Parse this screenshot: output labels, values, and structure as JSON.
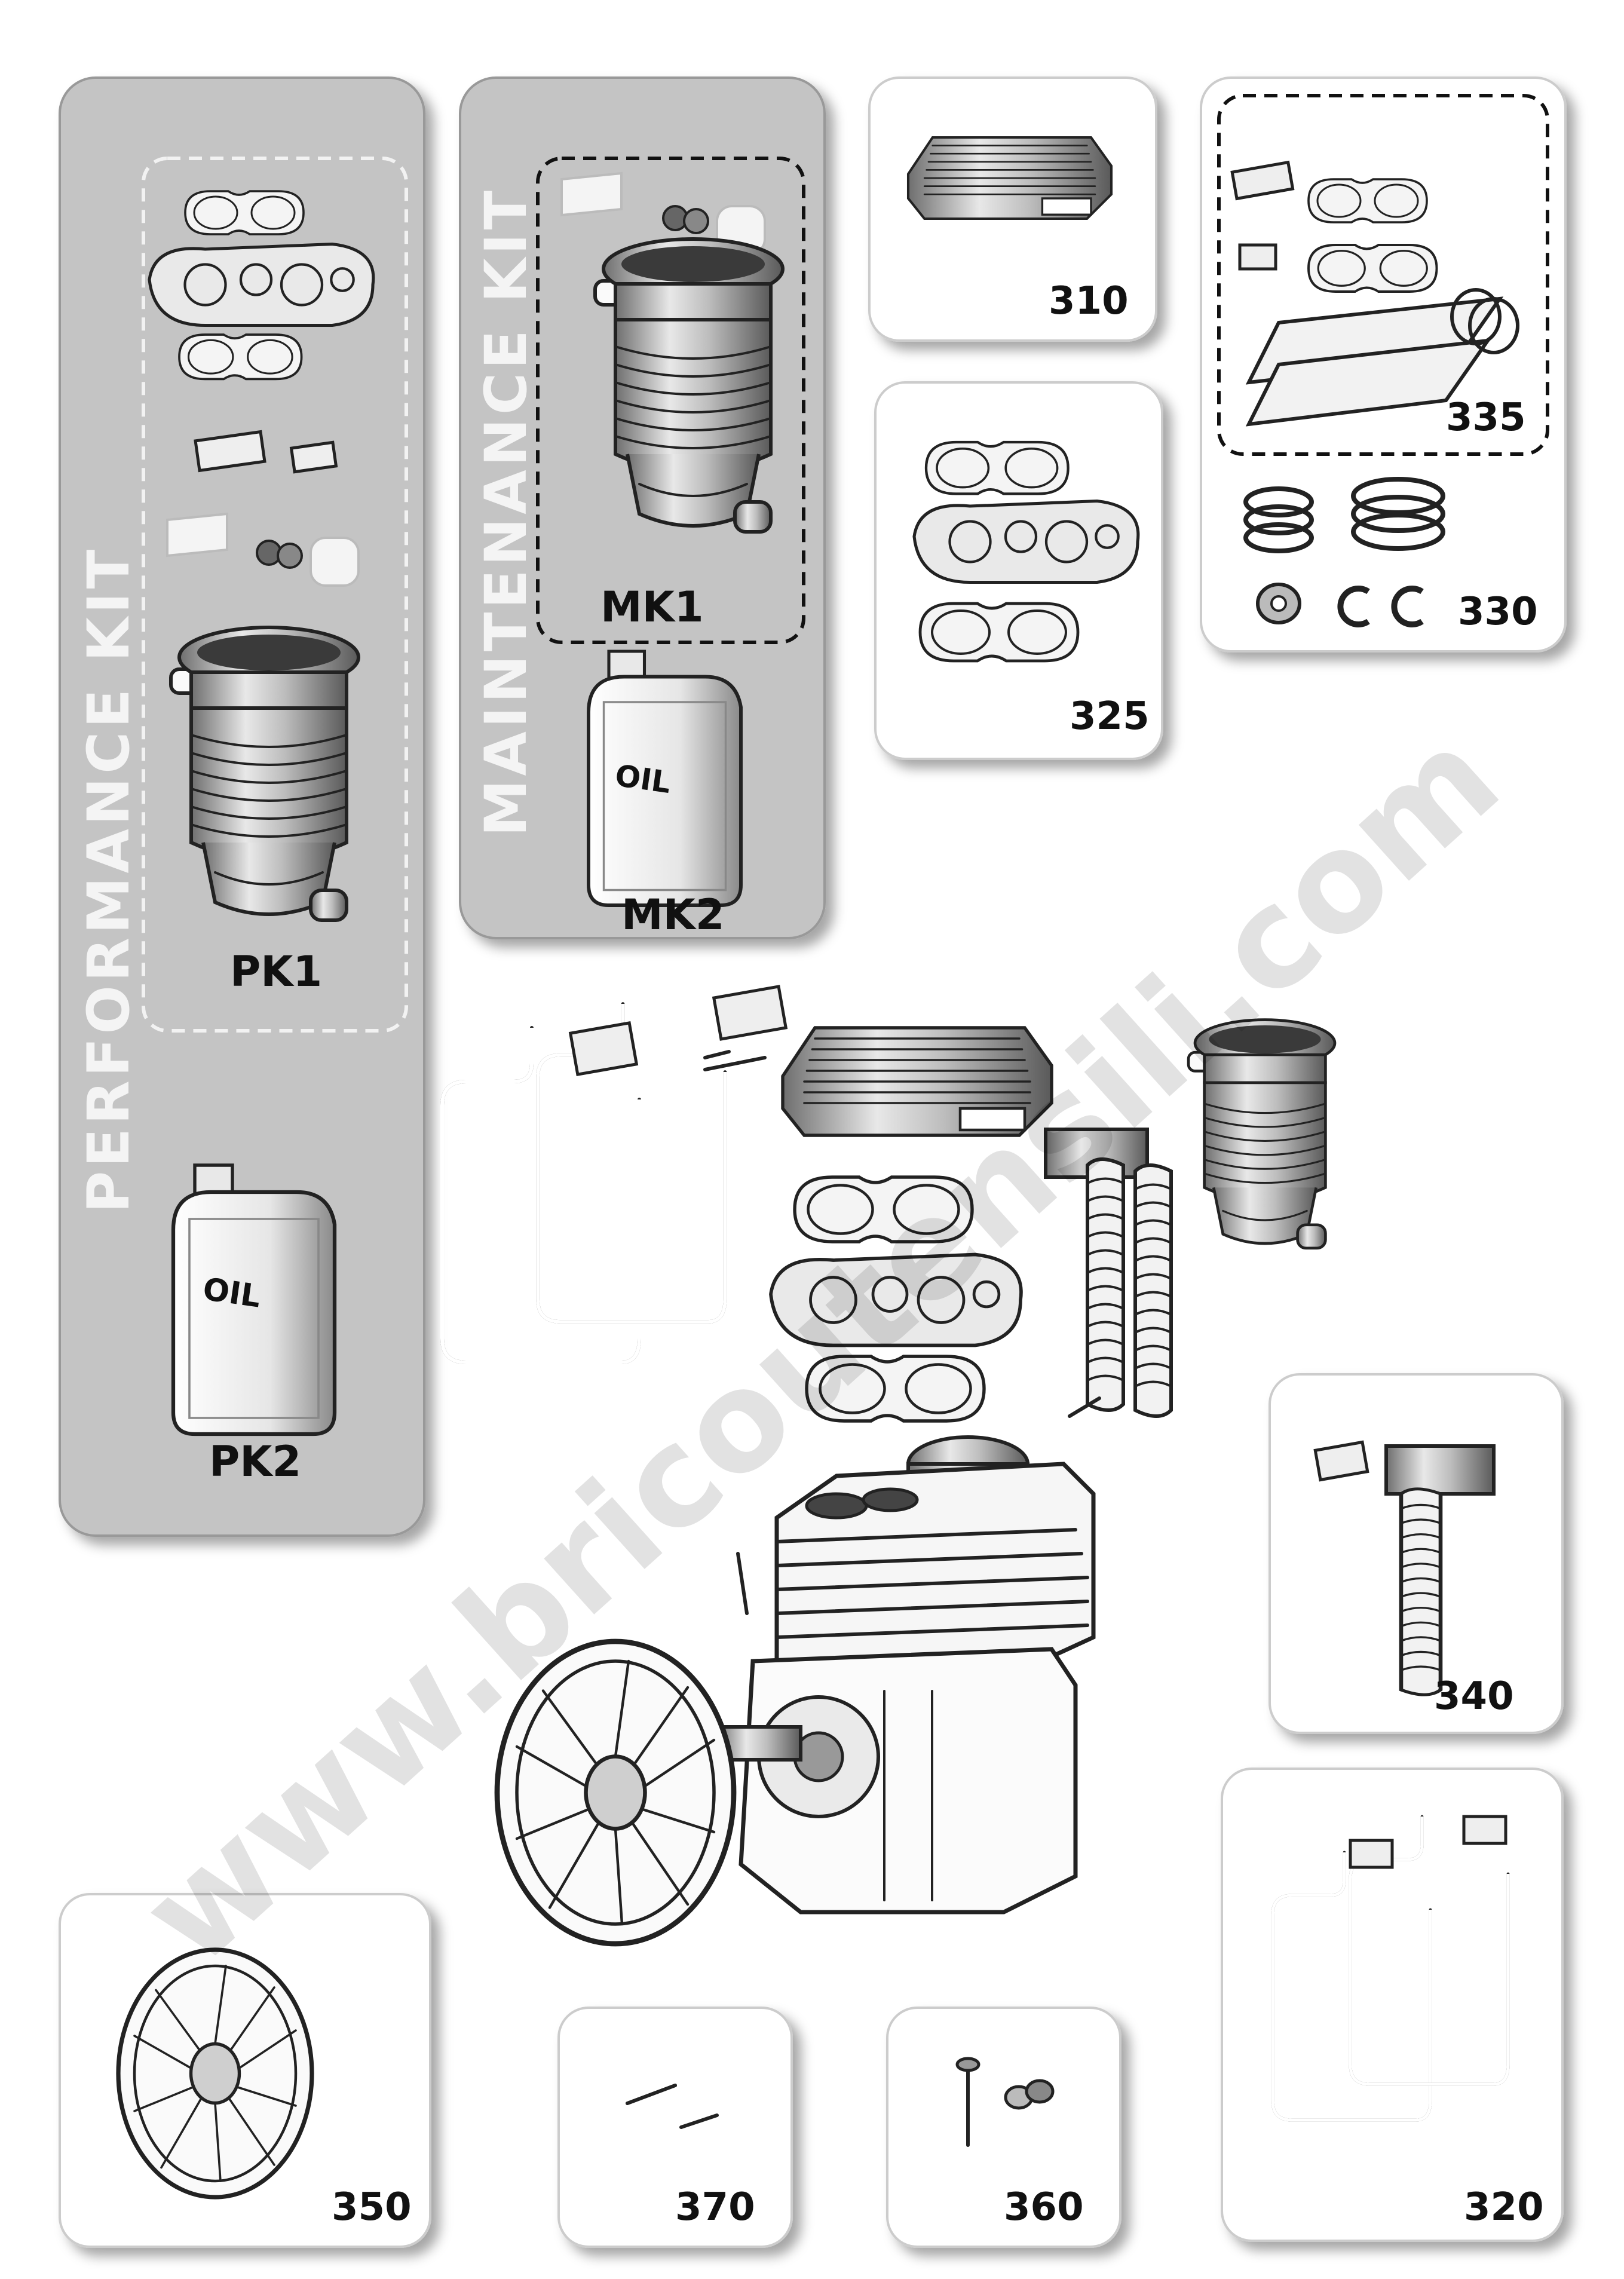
{
  "kits": {
    "performance": "PERFORMANCE  KIT",
    "maintenance": "MAINTENANCE  KIT"
  },
  "labels": {
    "pk1": "PK1",
    "pk2": "PK2",
    "mk1": "MK1",
    "mk2": "MK2",
    "p310": "310",
    "p325": "325",
    "p335": "335",
    "p330": "330",
    "p340": "340",
    "p320": "320",
    "p350": "350",
    "p370": "370",
    "p360": "360"
  },
  "oil_text": "OIL",
  "watermark": "www.bricoutensili.com",
  "colors": {
    "kit_panel": "#c4c4c4",
    "card": "#ffffff",
    "line": "#222222"
  }
}
